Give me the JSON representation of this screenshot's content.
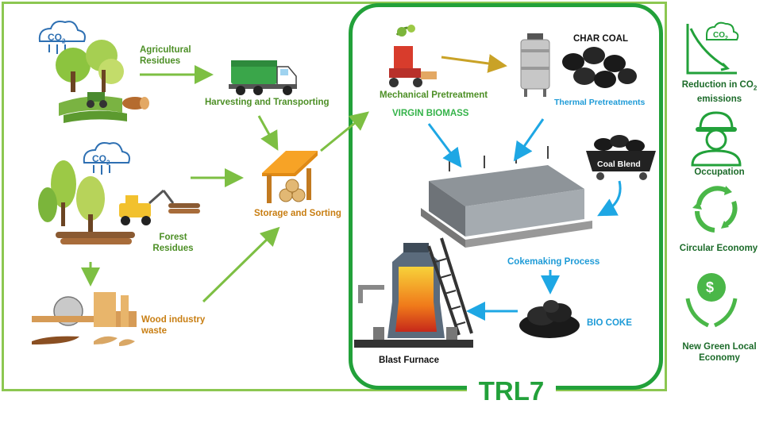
{
  "diagram": {
    "nodes": {
      "agricultural_residues": "Agricultural Residues",
      "harvesting": "Harvesting and Transporting",
      "forest_residues": "Forest Residues",
      "wood_waste": "Wood industry waste",
      "storage": "Storage and Sorting",
      "mechanical": "Mechanical Pretreatment",
      "virgin_biomass": "VIRGIN BIOMASS",
      "char_coal": "CHAR COAL",
      "thermal": "Thermal Pretreatments",
      "coal_blend": "Coal Blend",
      "cokemaking": "Cokemaking Process",
      "bio_coke": "BIO COKE",
      "blast_furnace": "Blast Furnace",
      "co2_badge": "CO",
      "co2_sub": "2"
    },
    "trl_label": "TRL7",
    "benefits": {
      "co2_reduction_line1": "Reduction in CO",
      "co2_reduction_sub": "2",
      "co2_reduction_line2": "emissions",
      "occupation": "Occupation",
      "circular_economy": "Circular Economy",
      "green_economy_line1": "New Green Local",
      "green_economy_line2": "Economy",
      "co2_icon_text": "CO",
      "co2_icon_sub": "2",
      "dollar_symbol": "$"
    },
    "colors": {
      "green_arrow": "#7dbf43",
      "blue_arrow": "#1ea7e4",
      "gold_arrow": "#c9a227",
      "trl_green": "#22a13a",
      "frame_green": "#8cc751"
    }
  }
}
